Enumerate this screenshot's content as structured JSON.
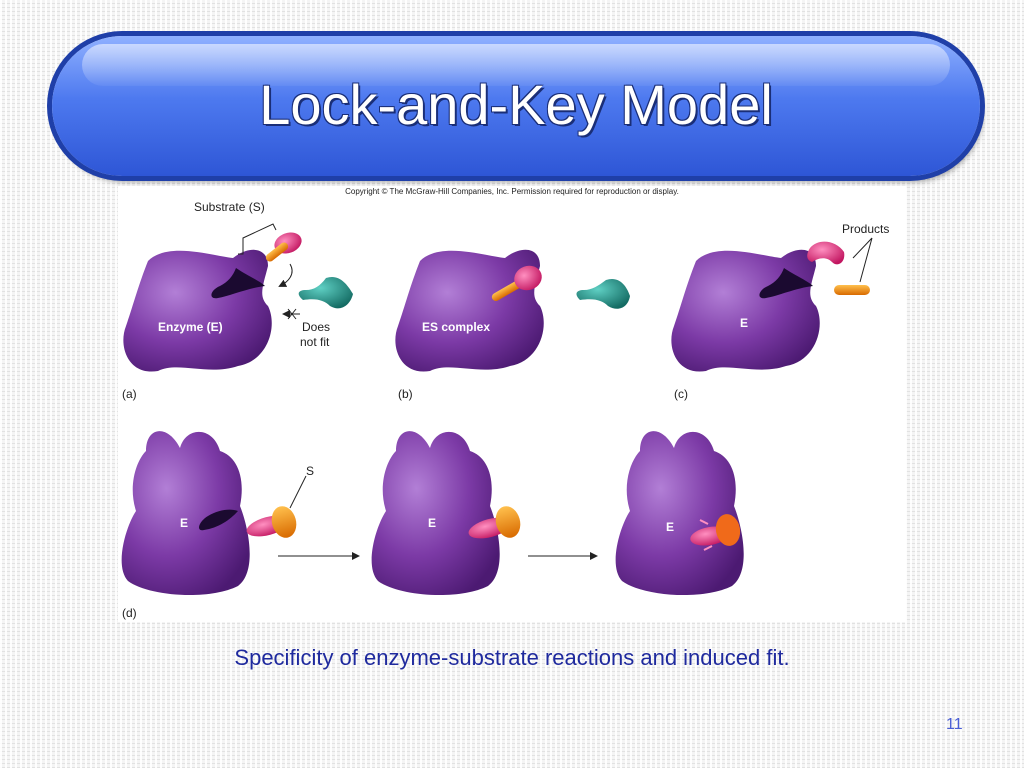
{
  "slide": {
    "title": "Lock-and-Key Model",
    "caption": "Specificity of enzyme-substrate reactions and induced fit.",
    "page_number": "11"
  },
  "figure": {
    "copyright": "Copyright © The McGraw-Hill Companies, Inc. Permission required for reproduction or display.",
    "panel_a": {
      "tag": "(a)",
      "substrate_label": "Substrate (S)",
      "enzyme_label": "Enzyme (E)",
      "does_not_fit_line1": "Does",
      "does_not_fit_line2": "not fit"
    },
    "panel_b": {
      "tag": "(b)",
      "complex_label": "ES complex"
    },
    "panel_c": {
      "tag": "(c)",
      "products_label": "Products",
      "enzyme_label": "E"
    },
    "panel_d": {
      "tag": "(d)",
      "substrate_label": "S",
      "enzyme_label_1": "E",
      "enzyme_label_2": "E",
      "enzyme_label_3": "E"
    }
  },
  "colors": {
    "enzyme": "#7c3aa6",
    "substrate_head": "#e0307a",
    "substrate_tail": "#f08a1c",
    "non_fitting": "#1f8f85",
    "title_blue": "#3a63e0",
    "caption": "#1f2a9e"
  }
}
